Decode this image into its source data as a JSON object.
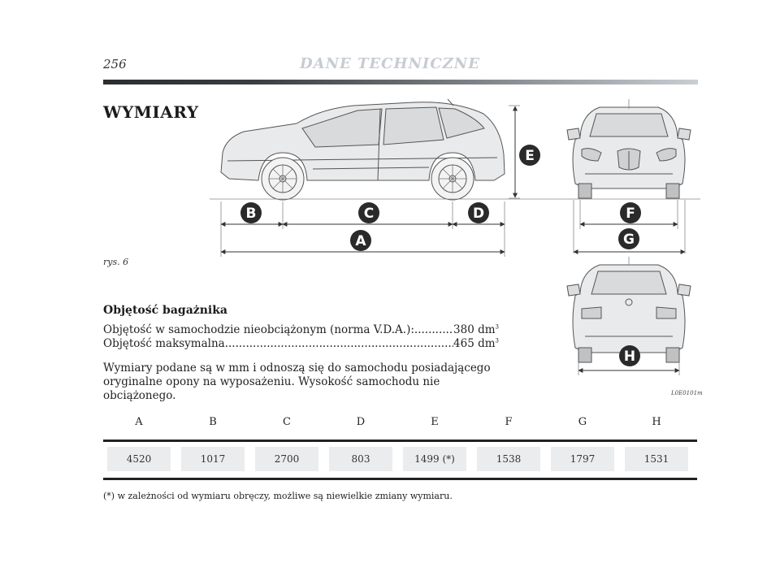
{
  "header": {
    "page_number": "256",
    "running_title": "DANE TECHNICZNE"
  },
  "section_title": "WYMIARY",
  "figure": {
    "caption": "rys. 6",
    "image_code": "L0E0101m",
    "dimension_labels": [
      "A",
      "B",
      "C",
      "D",
      "E",
      "F",
      "G",
      "H"
    ]
  },
  "trunk": {
    "heading": "Objętość bagażnika",
    "lines": [
      {
        "label": "Objętość w samochodzie nieobciążonym (norma V.D.A.): ",
        "value": " 380 dm",
        "unit_sup": "3"
      },
      {
        "label": "Objętość maksymalna",
        "value": "465 dm",
        "unit_sup": "3"
      }
    ]
  },
  "note": "Wymiary podane są w mm i odnoszą się do samochodu posiadającego oryginalne opony na wyposażeniu. Wysokość samochodu nie obciążonego.",
  "table": {
    "headers": [
      "A",
      "B",
      "C",
      "D",
      "E",
      "F",
      "G",
      "H"
    ],
    "values": [
      "4520",
      "1017",
      "2700",
      "803",
      "1499 (*)",
      "1538",
      "1797",
      "1531"
    ]
  },
  "footnote": "(*) w zależności od wymiaru obręczy, możliwe są niewielkie zmiany wymiaru.",
  "colors": {
    "badge": "#2a2a2a",
    "header_text": "#c7ccd2",
    "cell_bg": "#ebeced"
  }
}
